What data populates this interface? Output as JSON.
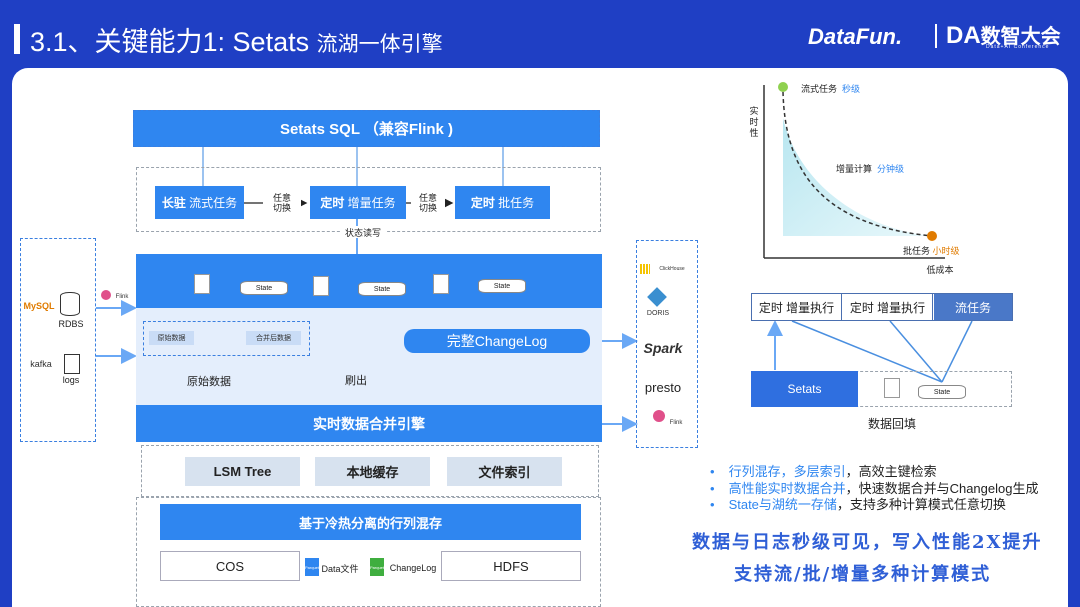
{
  "header": {
    "title_main": "3.1、关键能力1: Setats",
    "title_sub": "流湖一体引擎",
    "logo_datafun": "DataFun.",
    "logo_da": "DA",
    "logo_da_cn": "数智大会",
    "logo_da_sub": "Data+AI Conference"
  },
  "arch": {
    "sql_bar": "Setats SQL （兼容Flink )",
    "task_longrun_a": "长驻",
    "task_longrun_b": "流式任务",
    "switch1": "任意\n切换",
    "task_incr_a": "定时",
    "task_incr_b": "增量任务",
    "switch2": "任意\n切换",
    "task_batch_a": "定时",
    "task_batch_b": "批任务",
    "state_rw": "状态读写",
    "state1": "State",
    "state2": "State",
    "state3": "State",
    "raw_box": "原始数据",
    "merged_box": "合并后数据",
    "changelog": "完整ChangeLog",
    "raw_label": "原始数据",
    "flush_label": "刷出",
    "merge_engine": "实时数据合并引擎",
    "lsm": "LSM  Tree",
    "local_cache": "本地缓存",
    "file_index": "文件索引",
    "storage_bar": "基于冷热分离的行列混存",
    "cos": "COS",
    "data_file": "Data文件",
    "changelog_file": "ChangeLog",
    "parquet1": "Parquet",
    "parquet2": "Parquet",
    "hdfs": "HDFS"
  },
  "sources": {
    "mysql": "MySQL",
    "rdbs": "RDBS",
    "kafka": "kafka",
    "logs": "logs",
    "flink": "Flink"
  },
  "sinks": {
    "clickhouse": "ClickHouse",
    "doris": "DORIS",
    "spark": "Spark",
    "presto": "presto",
    "flink": "Flink"
  },
  "curve": {
    "ylabel": "实\n时\n性",
    "xlabel": "低成本",
    "stream_a": "流式任务",
    "stream_b": "秒级",
    "incr_a": "增量计算",
    "incr_b": "分钟级",
    "batch_a": "批任务",
    "batch_b": "小时级"
  },
  "backfill": {
    "cell1": "定时 增量执行",
    "cell2": "定时 增量执行",
    "cell3": "流任务",
    "setats": "Setats",
    "state": "State",
    "label": "数据回填"
  },
  "bullets": [
    {
      "hl": "行列混存，多层索引",
      "rest": "，高效主键检索"
    },
    {
      "hl": "高性能实时数据合并",
      "rest": "，快速数据合并与Changelog生成"
    },
    {
      "hl": "State与湖统一存储",
      "rest": "，支持多种计算模式任意切换"
    }
  ],
  "slogan1": "数据与日志秒级可见，写入性能2X提升",
  "slogan2": "支持流/批/增量多种计算模式",
  "colors": {
    "bg": "#1f3fc4",
    "accent": "#2f86f0",
    "green": "#8fd14f",
    "orange": "#e07b00"
  }
}
